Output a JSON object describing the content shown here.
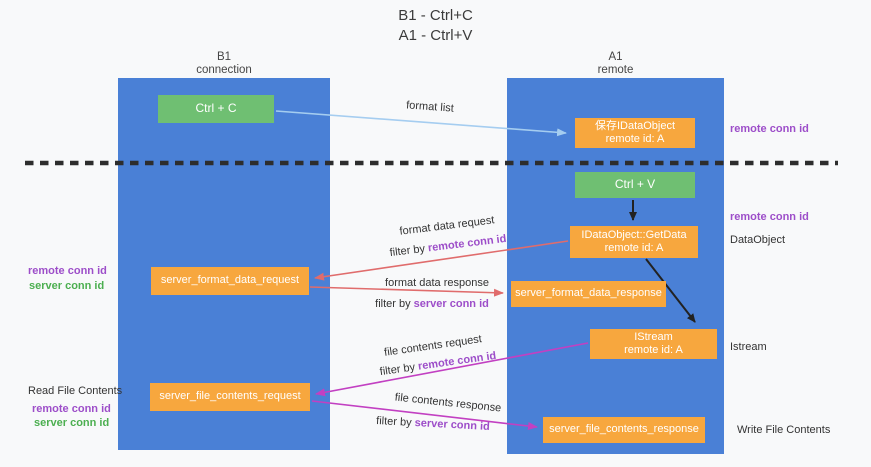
{
  "title": {
    "line1": "B1 - Ctrl+C",
    "line2": "A1 - Ctrl+V"
  },
  "headers": {
    "left": {
      "name": "B1",
      "role": "connection"
    },
    "right": {
      "name": "A1",
      "role": "remote"
    }
  },
  "boxes": {
    "ctrl_c": {
      "label": "Ctrl + C"
    },
    "save_dataobject": {
      "line1": "保存IDataObject",
      "line2": "remote id: A"
    },
    "ctrl_v": {
      "label": "Ctrl + V"
    },
    "getdata": {
      "line1": "IDataObject::GetData",
      "line2": "remote id: A"
    },
    "server_format_data_request": {
      "label": "server_format_data_request"
    },
    "server_format_data_response": {
      "label": "server_format_data_response"
    },
    "istream": {
      "line1": "IStream",
      "line2": "remote id: A"
    },
    "server_file_contents_request": {
      "label": "server_file_contents_request"
    },
    "server_file_contents_response": {
      "label": "server_file_contents_response"
    }
  },
  "arrow_labels": {
    "format_list": "format list",
    "format_data_request": "format data request",
    "format_data_response": "format data response",
    "file_contents_request": "file contents request",
    "file_contents_response": "file contents response",
    "filter_by": "filter by",
    "remote_conn_id": "remote conn id",
    "server_conn_id": "server conn id"
  },
  "side_labels": {
    "remote_conn_id_right_top": "remote conn id",
    "remote_conn_id_right_mid": "remote conn id",
    "dataobject": "DataObject",
    "istream": "Istream",
    "write_file_contents": "Write File Contents",
    "read_file_contents": "Read File Contents",
    "remote_conn_id_left_1": "remote conn id",
    "server_conn_id_left_1": "server conn id",
    "remote_conn_id_left_2": "remote conn id",
    "server_conn_id_left_2": "server conn id"
  },
  "colors": {
    "column_blue": "#4a80d6",
    "box_green": "#6fbf72",
    "box_orange": "#f7a73e",
    "arrow_lightblue": "#a5cdf0",
    "arrow_red": "#e06c6c",
    "arrow_magenta": "#c240c2",
    "arrow_black": "#222222",
    "dashed_line": "#2d2d2d",
    "label_purple": "#9d4ec9",
    "label_green": "#4caf50",
    "text_dark": "#333333"
  }
}
